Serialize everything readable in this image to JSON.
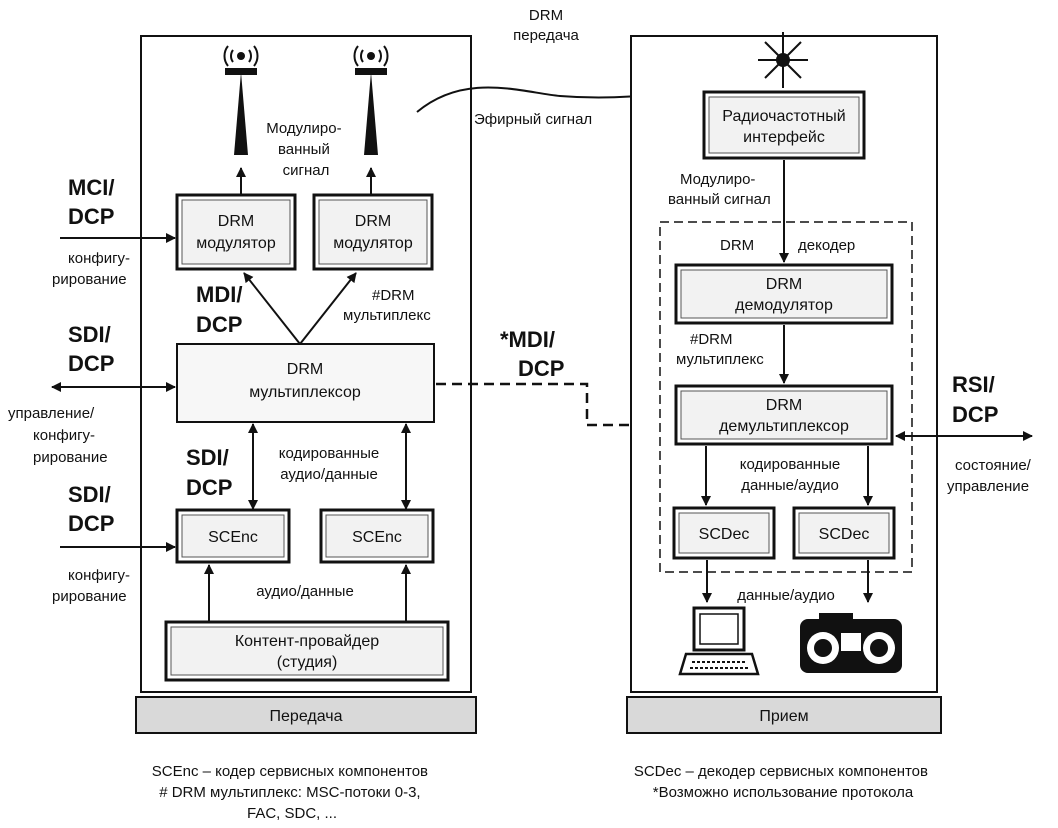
{
  "top_label": {
    "line1": "DRM",
    "line2": "передача"
  },
  "tx": {
    "footer": "Передача",
    "modulator1": {
      "line1": "DRM",
      "line2": "модулятор"
    },
    "modulator2": {
      "line1": "DRM",
      "line2": "модулятор"
    },
    "modulated_signal": {
      "line1": "Модулиро-",
      "line2": "ванный",
      "line3": "сигнал"
    },
    "multiplex": {
      "line1": "#DRM",
      "line2": "мультиплекс"
    },
    "mux": {
      "line1": "DRM",
      "line2": "мультиплексор"
    },
    "coded": {
      "line1": "кодированные",
      "line2": "аудио/данные"
    },
    "scenc1": "SCEnc",
    "scenc2": "SCEnc",
    "audio_data": "аудио/данные",
    "content": {
      "line1": "Контент-провайдер",
      "line2": "(студия)"
    },
    "mdi": {
      "line1": "MDI/",
      "line2": "DCP"
    },
    "sdi_inner": {
      "line1": "SDI/",
      "line2": "DCP"
    }
  },
  "left": {
    "mci": {
      "line1": "MCI/",
      "line2": "DCP",
      "desc1": "конфигу-",
      "desc2": "рирование"
    },
    "sdi1": {
      "line1": "SDI/",
      "line2": "DCP",
      "desc1": "управление/",
      "desc2": "конфигу-",
      "desc3": "рирование"
    },
    "sdi2": {
      "line1": "SDI/",
      "line2": "DCP",
      "desc1": "конфигу-",
      "desc2": "рирование"
    }
  },
  "middle": {
    "air_signal": "Эфирный сигнал",
    "mdi_star": {
      "line1": "*MDI/",
      "line2": "DCP"
    }
  },
  "rx": {
    "footer": "Прием",
    "rf": {
      "line1": "Радиочастотный",
      "line2": "интерфейс"
    },
    "modulated_signal": {
      "line1": "Модулиро-",
      "line2": "ванный сигнал"
    },
    "decoder": {
      "part1": "DRM",
      "part2": "декодер"
    },
    "demod": {
      "line1": "DRM",
      "line2": "демодулятор"
    },
    "multiplex": {
      "line1": "#DRM",
      "line2": "мультиплекс"
    },
    "demux": {
      "line1": "DRM",
      "line2": "демультиплексор"
    },
    "coded": {
      "line1": "кодированные",
      "line2": "данные/аудио"
    },
    "scdec1": "SCDec",
    "scdec2": "SCDec",
    "data_audio": "данные/аудио"
  },
  "right": {
    "rsi": {
      "line1": "RSI/",
      "line2": "DCP",
      "desc1": "состояние/",
      "desc2": "управление"
    }
  },
  "notes": {
    "left1": "SCEnc – кодер сервисных компонентов",
    "left2": "# DRM мультиплекс: MSC-потоки 0-3,",
    "left3": "FAC, SDC, ...",
    "right1": "SCDec – декодер сервисных компонентов",
    "right2": "*Возможно использование протокола"
  },
  "icons": [
    "antenna-icon",
    "computer-icon",
    "radio-icon",
    "sun-icon"
  ]
}
